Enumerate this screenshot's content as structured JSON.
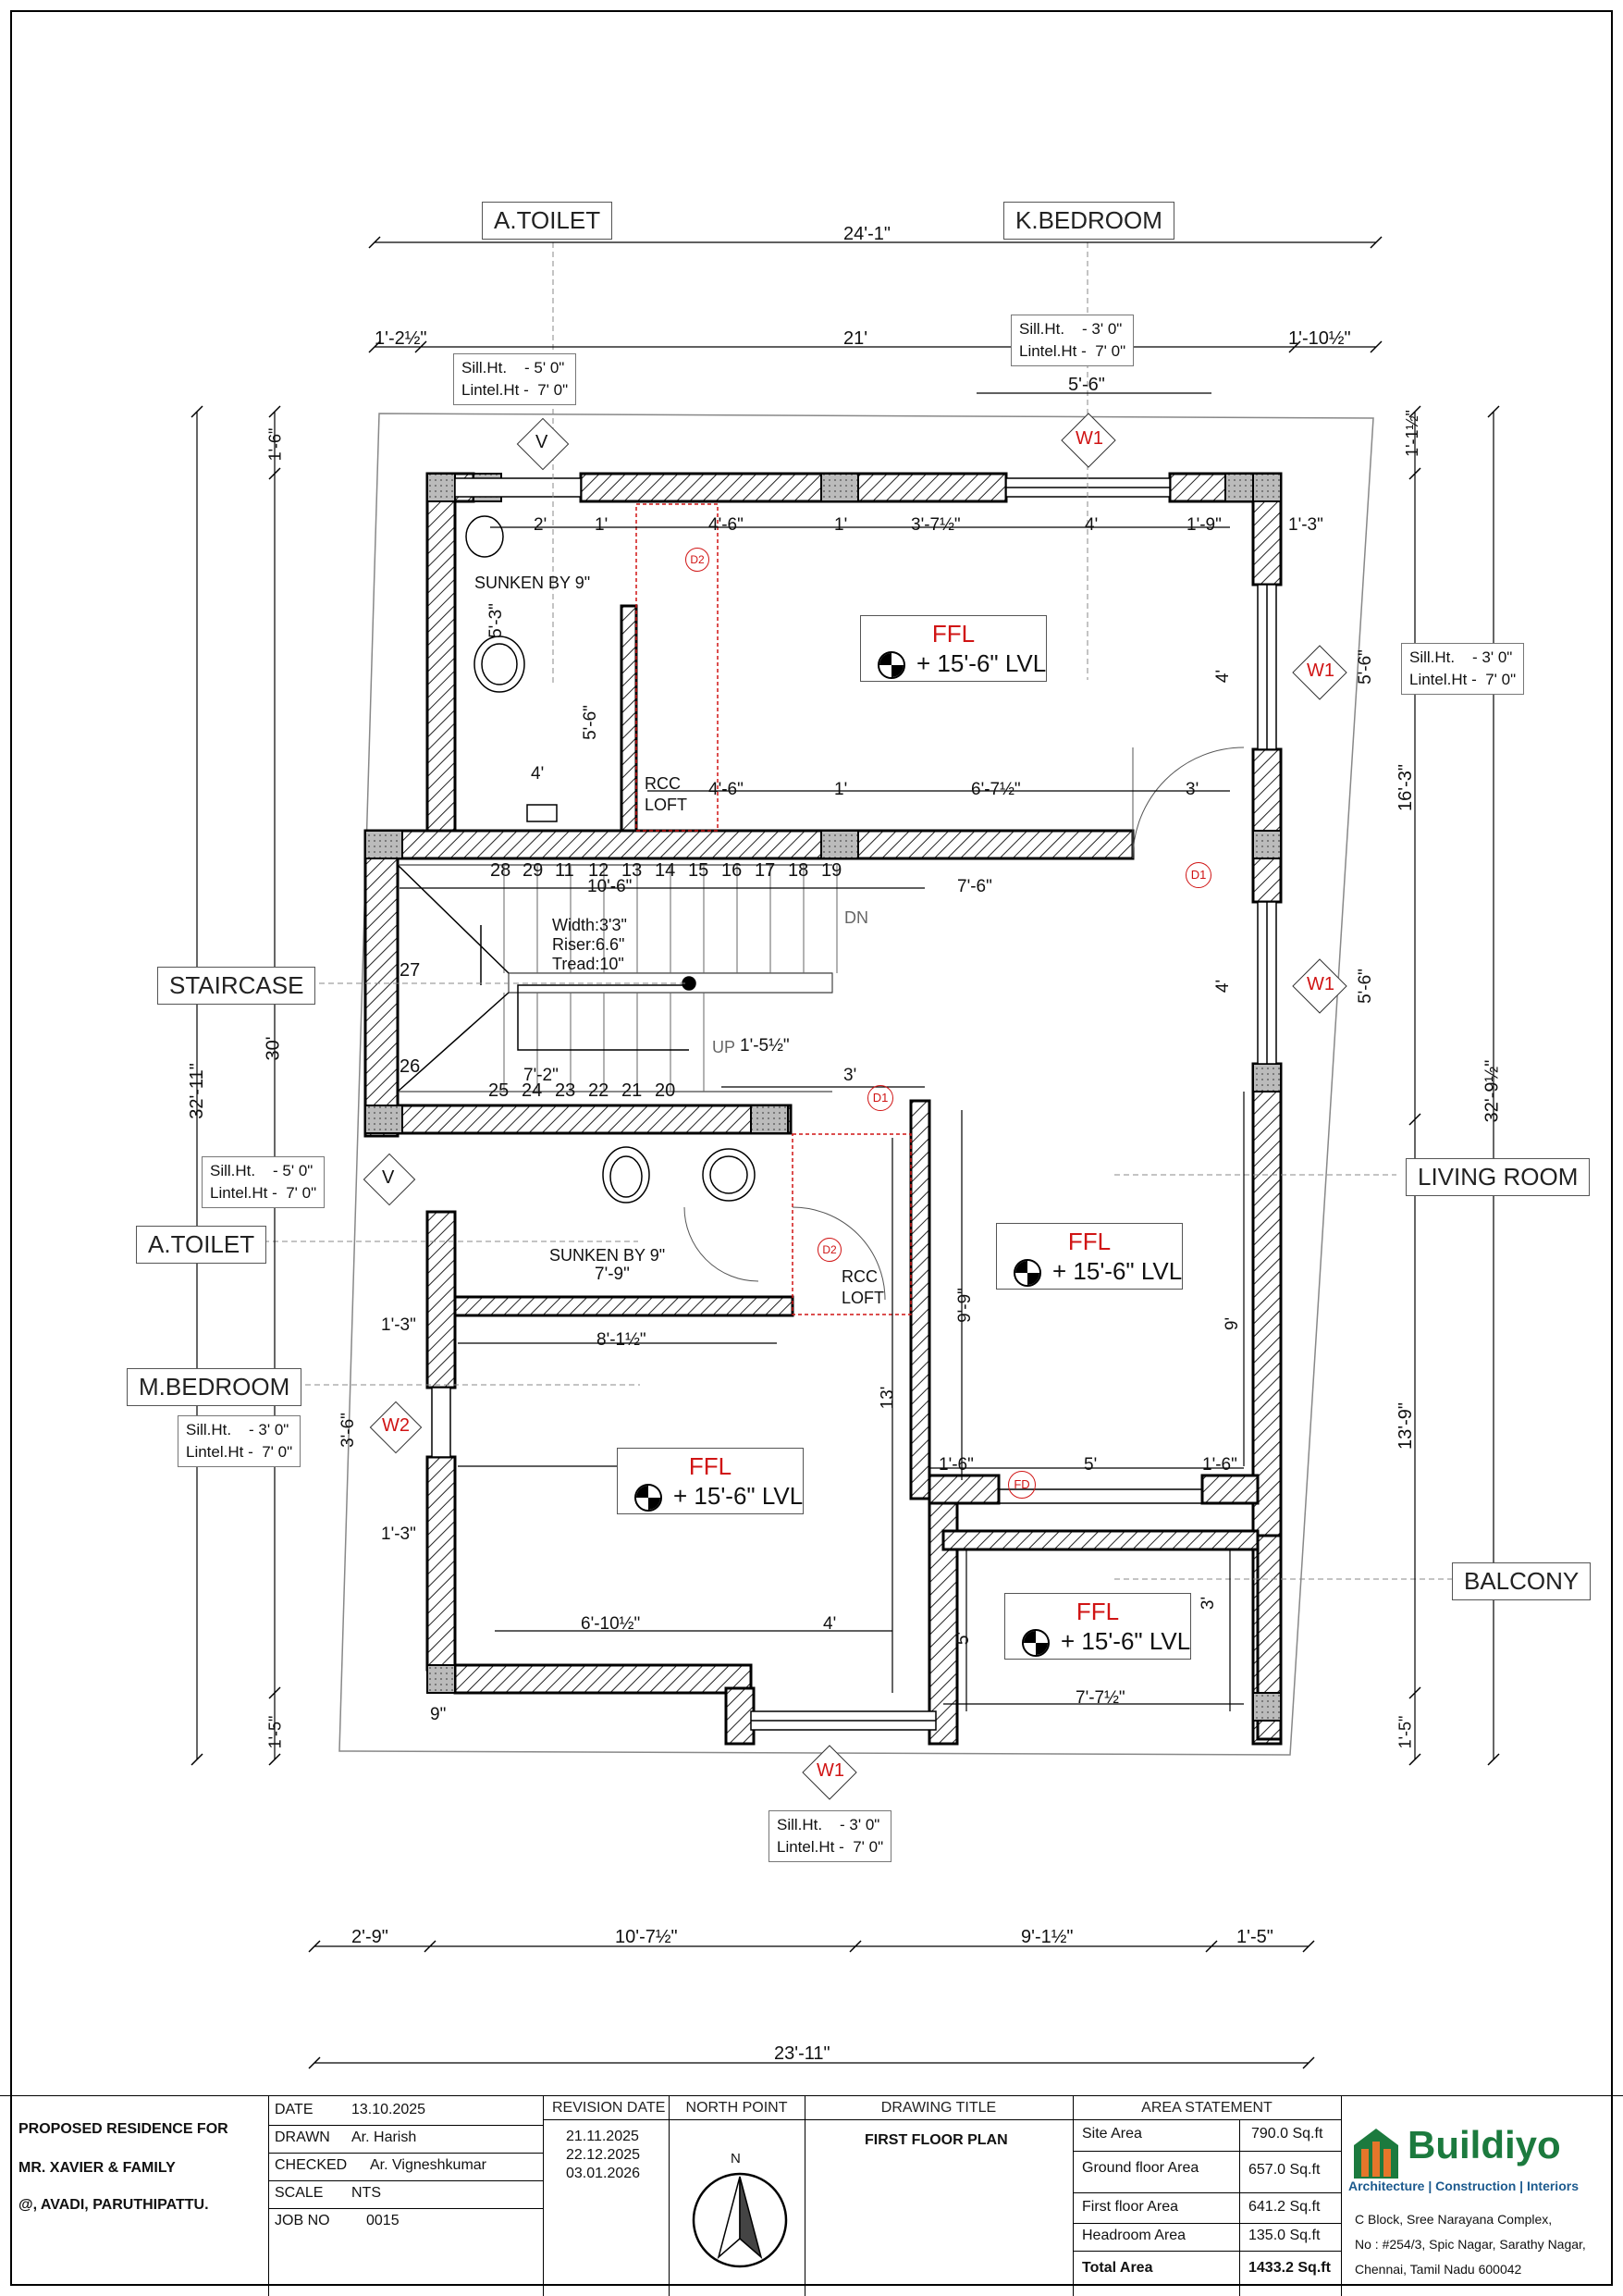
{
  "room_labels": {
    "attached_toilet_top": "A.TOILET",
    "kids_bedroom": "K.BEDROOM",
    "staircase": "STAIRCASE",
    "attached_toilet_mid": "A.TOILET",
    "master_bedroom": "M.BEDROOM",
    "living_room": "LIVING ROOM",
    "balcony": "BALCONY"
  },
  "window_notes": {
    "toilet_vent_top": "Sill.Ht.    - 5' 0\"\nLintel.Ht -  7' 0\"",
    "kbed_w1": "Sill.Ht.    - 3' 0\"\nLintel.Ht -  7' 0\"",
    "right_w1": "Sill.Ht.    - 3' 0\"\nLintel.Ht -  7' 0\"",
    "toilet_vent_mid": "Sill.Ht.    - 5' 0\"\nLintel.Ht -  7' 0\"",
    "mbed_w2": "Sill.Ht.    - 3' 0\"\nLintel.Ht -  7' 0\"",
    "bottom_w1": "Sill.Ht.    - 3' 0\"\nLintel.Ht -  7' 0\""
  },
  "levels": {
    "ffl_title": "FFL",
    "ffl_value": "+ 15'-6\"  LVL"
  },
  "plan_text": {
    "sunken": "SUNKEN BY 9\"",
    "rcc": "RCC",
    "loft": "LOFT",
    "dn": "DN",
    "up": "UP",
    "stair_spec": "Width:3'3\"\nRiser:6.6\"\nTread:10\"",
    "steps_top": [
      "28",
      "29",
      "11",
      "12",
      "13",
      "14",
      "15",
      "16",
      "17",
      "18",
      "19"
    ],
    "steps_bottom": [
      "25",
      "24",
      "23",
      "22",
      "21",
      "20"
    ],
    "step_27": "27",
    "step_26": "26",
    "door_d1": "D1",
    "door_d2": "D2",
    "door_fd": "FD",
    "win_w1": "W1",
    "win_w2": "W2",
    "vent_v": "V"
  },
  "dimensions": {
    "top_overall": "24'-1\"",
    "top_left": "1'-2½\"",
    "top_mid": "21'",
    "top_right": "1'-10½\"",
    "kbed_window": "5'-6\"",
    "bottom_seg_1": "2'-9\"",
    "bottom_seg_2": "10'-7½\"",
    "bottom_seg_3": "9'-1½\"",
    "bottom_seg_4": "1'-5\"",
    "bottom_overall": "23'-11\"",
    "left_outer": "32'-11\"",
    "left_inner": "30'",
    "left_top": "1'-6\"",
    "left_bottom": "1'-5\"",
    "right_outer": "32'-9½\"",
    "right_upper": "16'-3\"",
    "right_lower": "13'-9\"",
    "right_top": "1'-1½\"",
    "right_bottom": "1'-5\"",
    "kbed_row1": [
      "2'",
      "1'",
      "4'-6\"",
      "1'",
      "3'-7½\"",
      "4'",
      "1'-9\""
    ],
    "kbed_row2": [
      "4'-6\"",
      "1'",
      "6'-7½\"",
      "3'"
    ],
    "stair_w1": "10'-6\"",
    "stair_w2": "7'-6\"",
    "stair_w3": "7'-2\"",
    "stair_w4": "1'-5½\"",
    "stair_w5": "3'",
    "toilet_mid_w": "7'-9\"",
    "mbed_w": "8'-1½\"",
    "mbed_bottom": "6'-10½\"",
    "mbed_bottom2": "4'",
    "living_h": "9'-9\"",
    "living_h2": "9'",
    "bed_h": "13'",
    "balcony_w": "5'",
    "balcony_w2": "1'-6\"",
    "balcony_w3": "1'-6\"",
    "balcony_bottom": "7'-7½\"",
    "balcony_h": "5'",
    "balcony_h2": "3'",
    "toilet_top_h": "5'-6\"",
    "toilet_top_w": "4'",
    "toilet_top_h2": "5'-3\"",
    "kbed_right_1": "1'-3\"",
    "kbed_right_2": "4'",
    "kbed_right_3": "5'-6\"",
    "living_right_1": "4'",
    "living_right_2": "5'-6\"",
    "mbed_left_1": "1'-3\"",
    "mbed_left_2": "3'-6\"",
    "mbed_left_3": "1'-3\"",
    "mbed_left_4": "9\""
  },
  "title_block": {
    "project_line1": "PROPOSED RESIDENCE FOR",
    "project_line2": "MR. XAVIER & FAMILY",
    "project_line3": "@, AVADI, PARUTHIPATTU.",
    "date_label": "DATE",
    "date_value": "13.10.2025",
    "drawn_label": "DRAWN",
    "drawn_value": "Ar. Harish",
    "checked_label": "CHECKED",
    "checked_value": "Ar. Vigneshkumar",
    "scale_label": "SCALE",
    "scale_value": "NTS",
    "job_label": "JOB NO",
    "job_value": "0015",
    "revision_header": "REVISION DATE",
    "revisions": [
      "21.11.2025",
      "22.12.2025",
      "03.01.2026"
    ],
    "north_header": "NORTH POINT",
    "north_letter": "N",
    "drawing_title_header": "DRAWING TITLE",
    "drawing_title": "FIRST FLOOR PLAN",
    "area_header": "AREA STATEMENT",
    "areas": [
      {
        "label": "Site Area",
        "value": "790.0  Sq.ft"
      },
      {
        "label": "Ground floor Area",
        "value": "657.0 Sq.ft"
      },
      {
        "label": "First floor Area",
        "value": "641.2  Sq.ft"
      },
      {
        "label": "Headroom Area",
        "value": "135.0  Sq.ft"
      },
      {
        "label": "Total Area",
        "value": "1433.2 Sq.ft"
      }
    ],
    "company_name": "Buildiyo",
    "company_tagline": "Architecture | Construction | Interiors",
    "address_1": "C Block, Sree Narayana Complex,",
    "address_2": "No : #254/3, Spic Nagar, Sarathy Nagar,",
    "address_3": "Chennai, Tamil Nadu 600042"
  }
}
